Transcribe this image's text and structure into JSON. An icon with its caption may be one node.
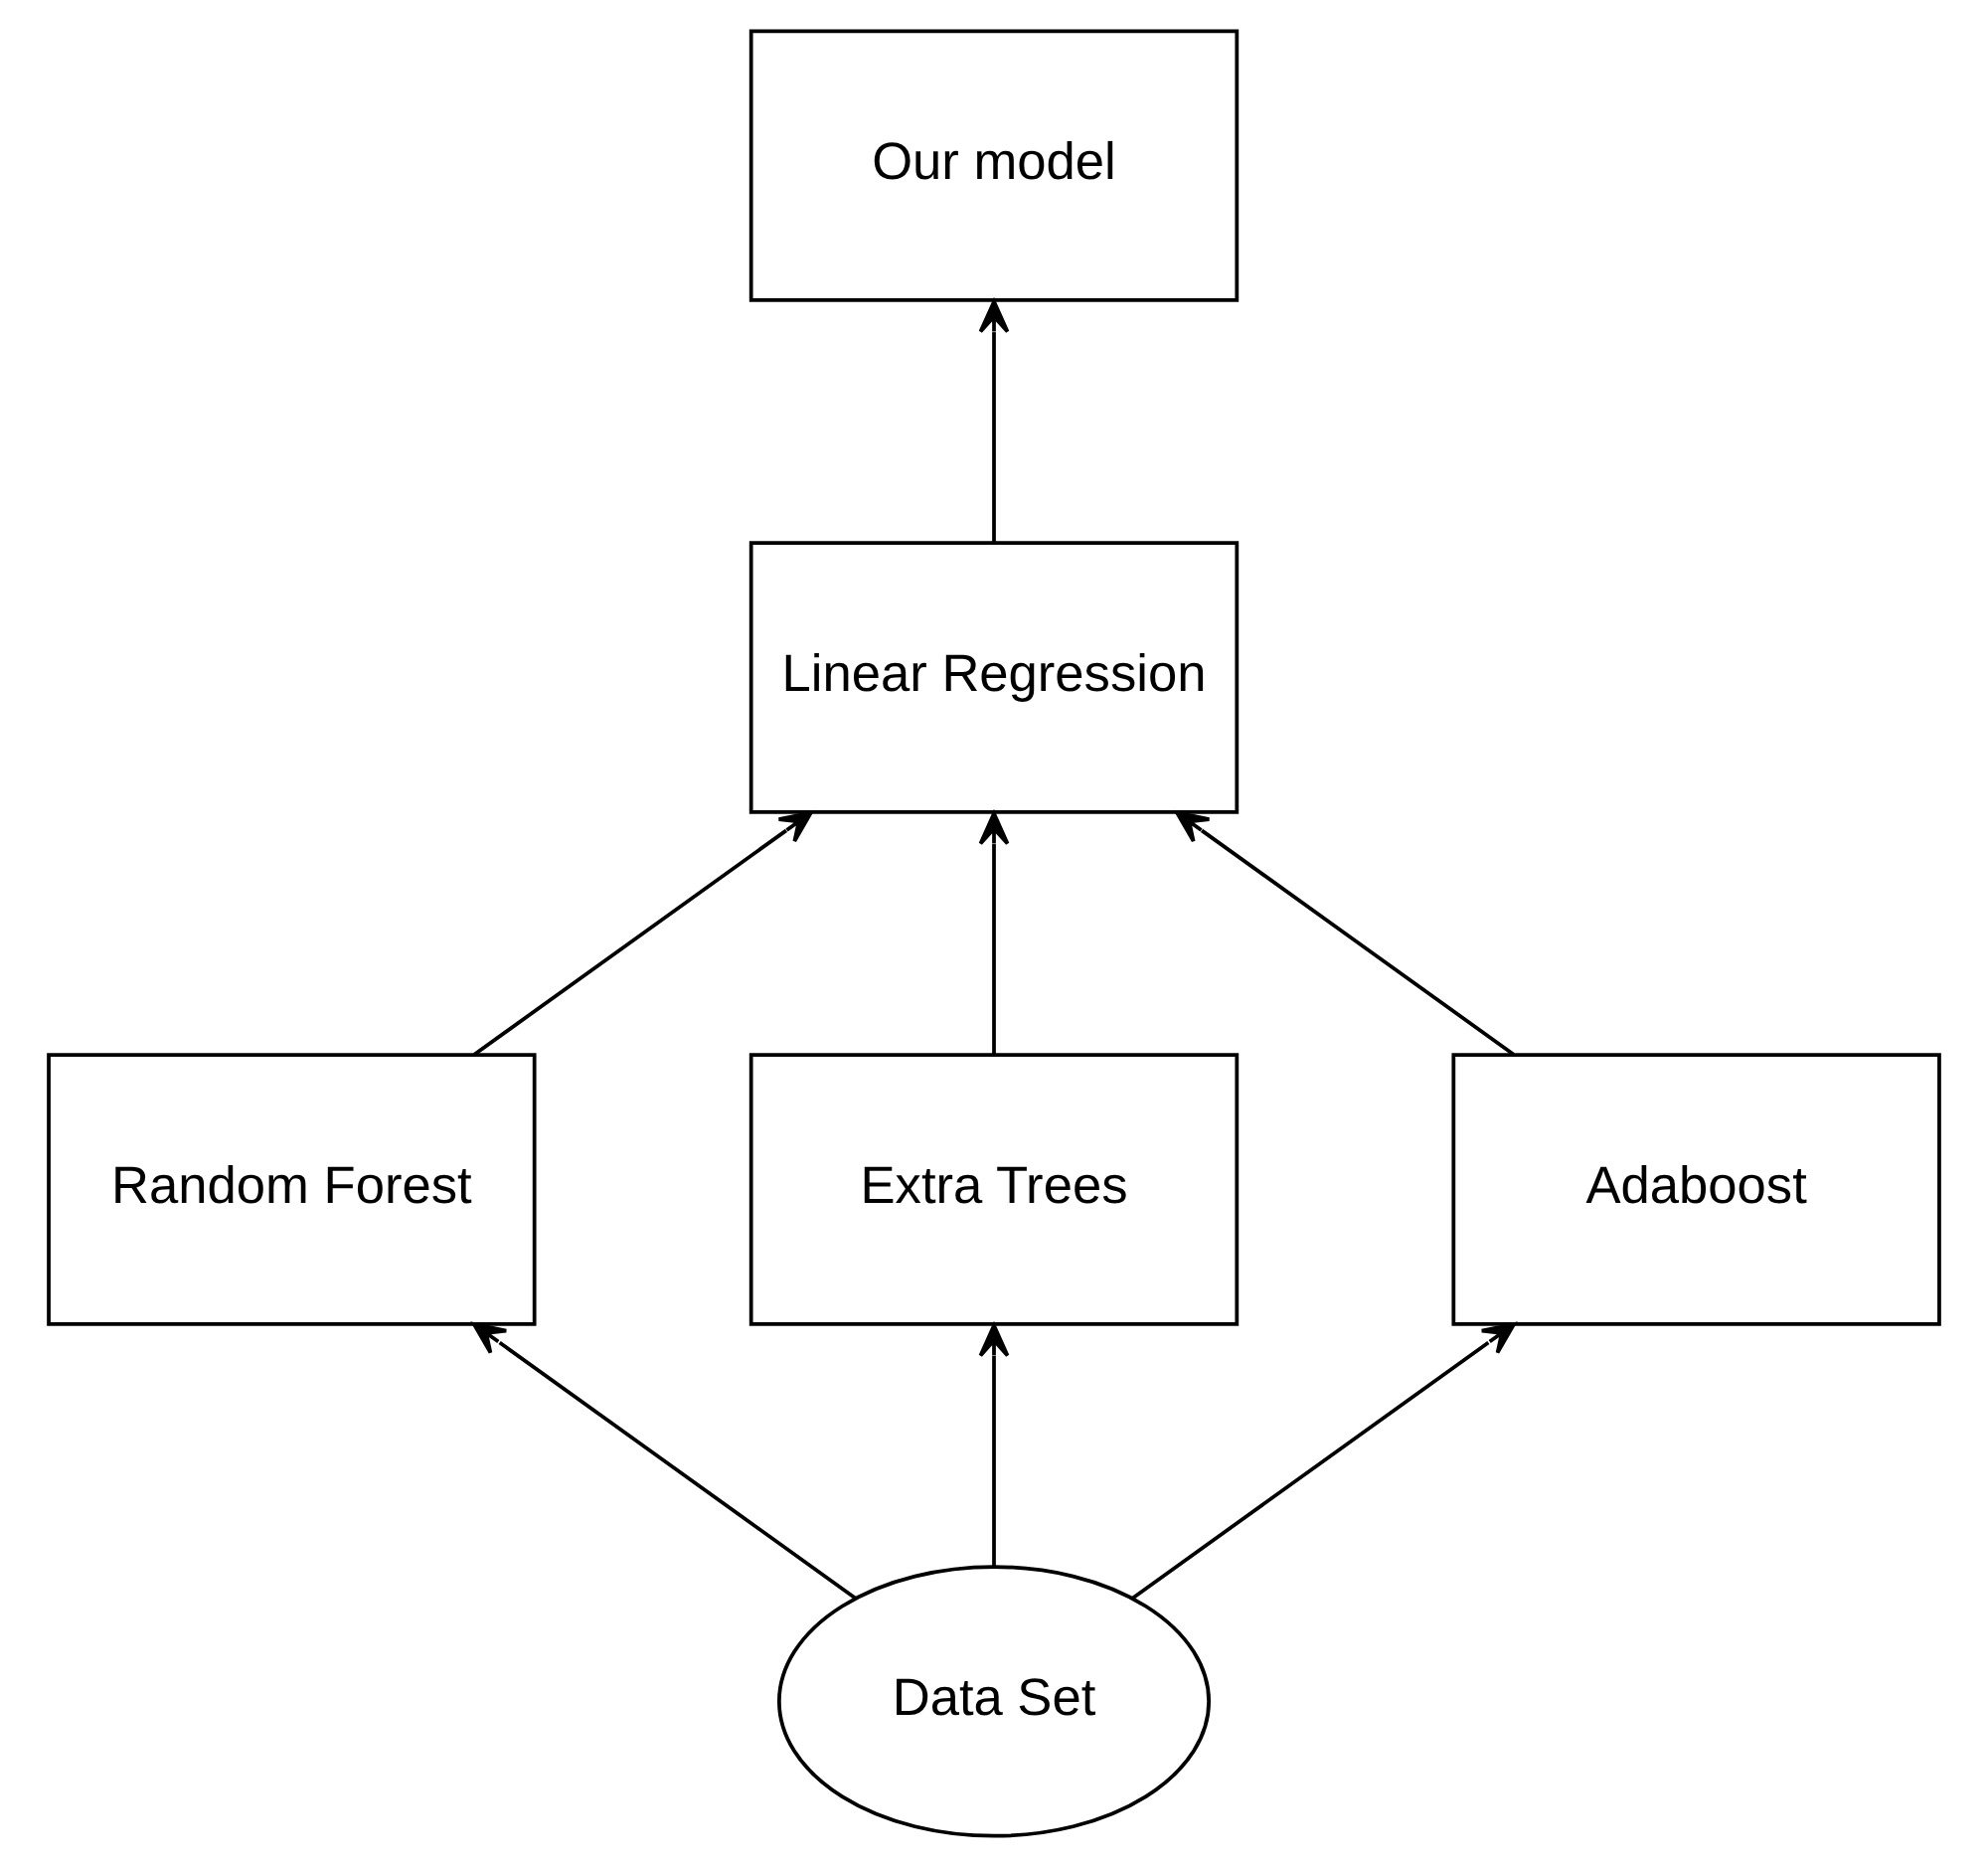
{
  "diagram": {
    "nodes": [
      {
        "text": [
          "Our model"
        ]
      },
      {
        "text": [
          "Linear Regression"
        ]
      },
      {
        "text": [
          "Random Forest"
        ]
      },
      {
        "text": [
          "Extra Trees"
        ]
      },
      {
        "text": [
          "Adaboost"
        ]
      },
      {
        "text": [
          "Data Set"
        ]
      }
    ],
    "edges": [
      {
        "from": 1,
        "to": 0,
        "arrow": "to"
      },
      {
        "from": 2,
        "to": 1,
        "arrow": "to"
      },
      {
        "from": 3,
        "to": 1,
        "arrow": "to"
      },
      {
        "from": 4,
        "to": 1,
        "arrow": "to"
      },
      {
        "from": 5,
        "to": 2,
        "arrow": "to"
      },
      {
        "from": 5,
        "to": 3,
        "arrow": "to"
      },
      {
        "from": 5,
        "to": 4,
        "arrow": "to"
      }
    ]
  }
}
